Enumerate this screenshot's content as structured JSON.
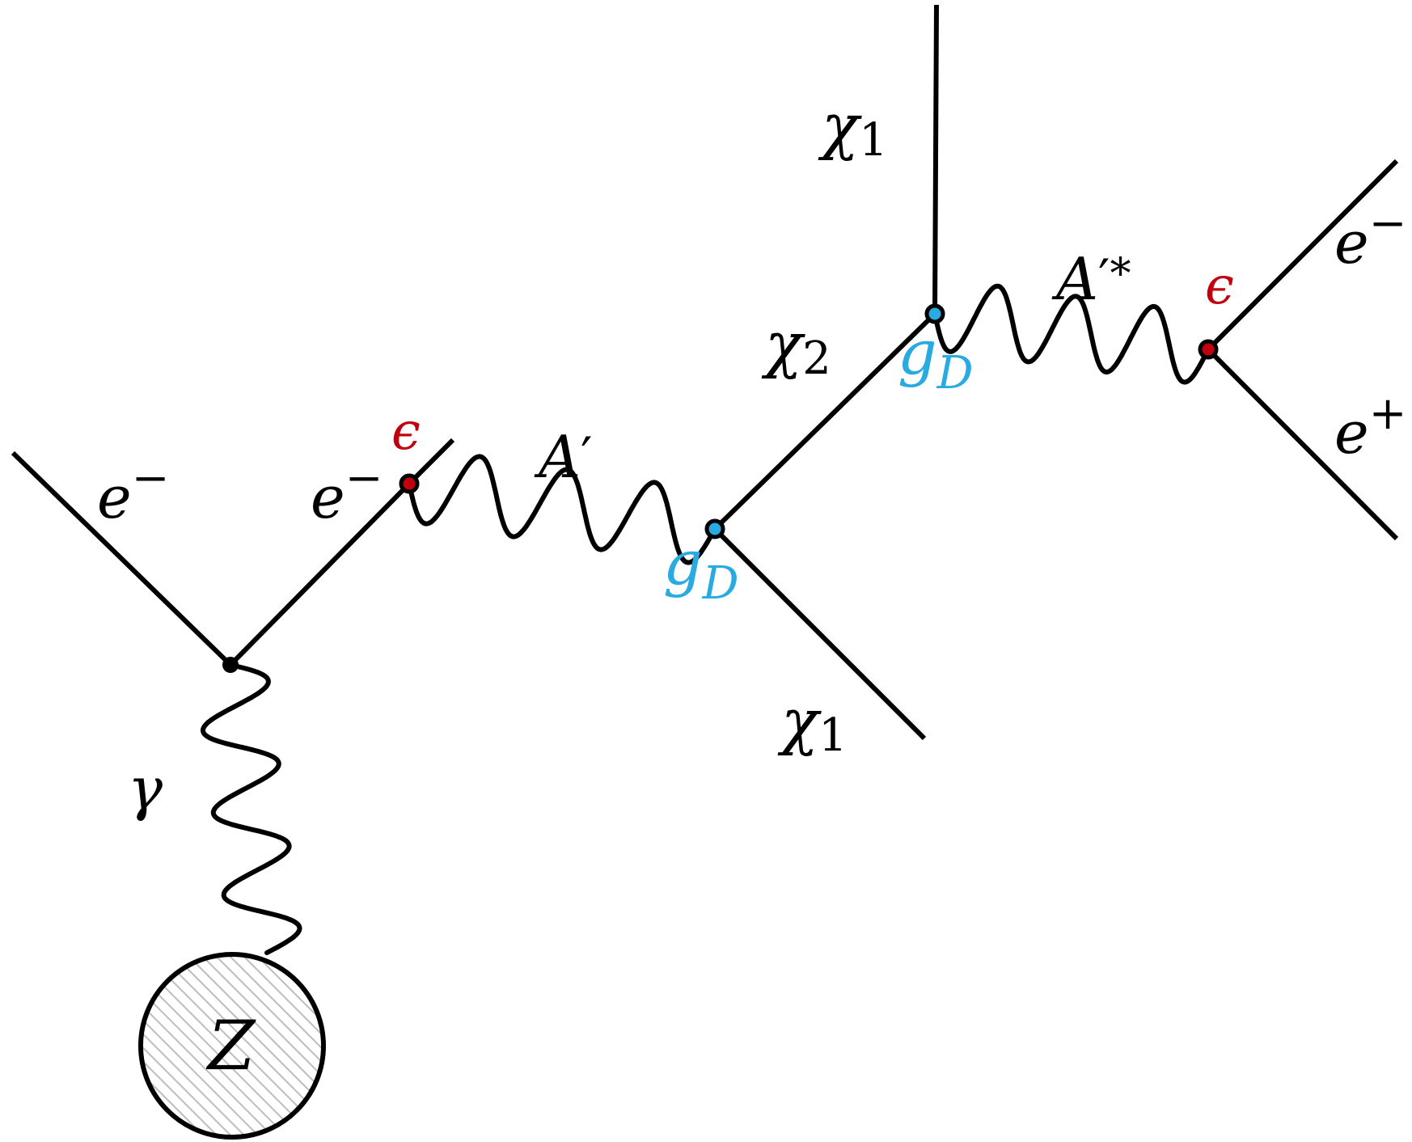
{
  "colors": {
    "line": "#000000",
    "epsilon": "#c0000f",
    "gD": "#29abe2",
    "nucleus_fill": "#d9d9d9"
  },
  "labels": {
    "e_in": {
      "base": "e",
      "sup": "−"
    },
    "e_mid": {
      "base": "e",
      "sup": "−"
    },
    "e_out_minus": {
      "base": "e",
      "sup": "−"
    },
    "e_out_plus": {
      "base": "e",
      "sup": "+"
    },
    "photon": "γ",
    "nucleus": "Z",
    "dark_photon": {
      "base": "A",
      "prime": "′"
    },
    "dark_photon_star": {
      "base": "A",
      "prime": "′",
      "star": "*"
    },
    "chi1_top": {
      "base": "χ",
      "sub": "1"
    },
    "chi1_bottom": {
      "base": "χ",
      "sub": "1"
    },
    "chi2": {
      "base": "χ",
      "sub": "2"
    },
    "epsilon_1": "ϵ",
    "epsilon_2": "ϵ",
    "gD_1": {
      "base": "g",
      "sub": "D"
    },
    "gD_2": {
      "base": "g",
      "sub": "D"
    }
  }
}
